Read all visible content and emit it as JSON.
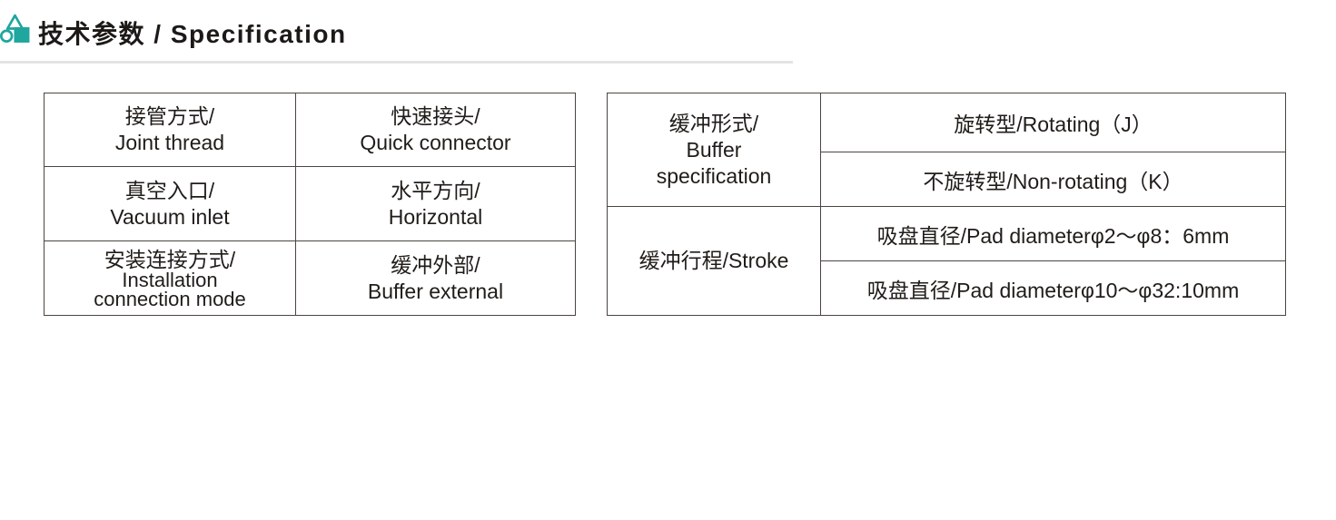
{
  "header": {
    "title": "技术参数 / Specification"
  },
  "left_table": {
    "rows": [
      {
        "col1_zh": "接管方式/",
        "col1_en": "Joint thread",
        "col2_zh": "快速接头/",
        "col2_en": "Quick connector"
      },
      {
        "col1_zh": "真空入口/",
        "col1_en": "Vacuum inlet",
        "col2_zh": "水平方向/",
        "col2_en": "Horizontal"
      },
      {
        "col1_zh": "安装连接方式/",
        "col1_en": "Installation connection mode",
        "col2_zh": "缓冲外部/",
        "col2_en": "Buffer external"
      }
    ]
  },
  "right_table": {
    "groups": [
      {
        "label_lines": [
          "缓冲形式/",
          "Buffer",
          "specification"
        ],
        "values": [
          "旋转型/Rotating（J）",
          "不旋转型/Non-rotating（K）"
        ]
      },
      {
        "label_lines": [
          "缓冲行程/Stroke"
        ],
        "values": [
          "吸盘直径/Pad diameterφ2～φ8：6mm",
          "吸盘直径/Pad diameterφ10～φ32:10mm"
        ]
      }
    ]
  },
  "icons": {
    "header_icon": "geometric-shapes-icon"
  },
  "colors": {
    "accent_teal": "#1FA69E",
    "border": "#4B4540",
    "text": "#201C19",
    "divider_gray": "#E4E4E4"
  }
}
